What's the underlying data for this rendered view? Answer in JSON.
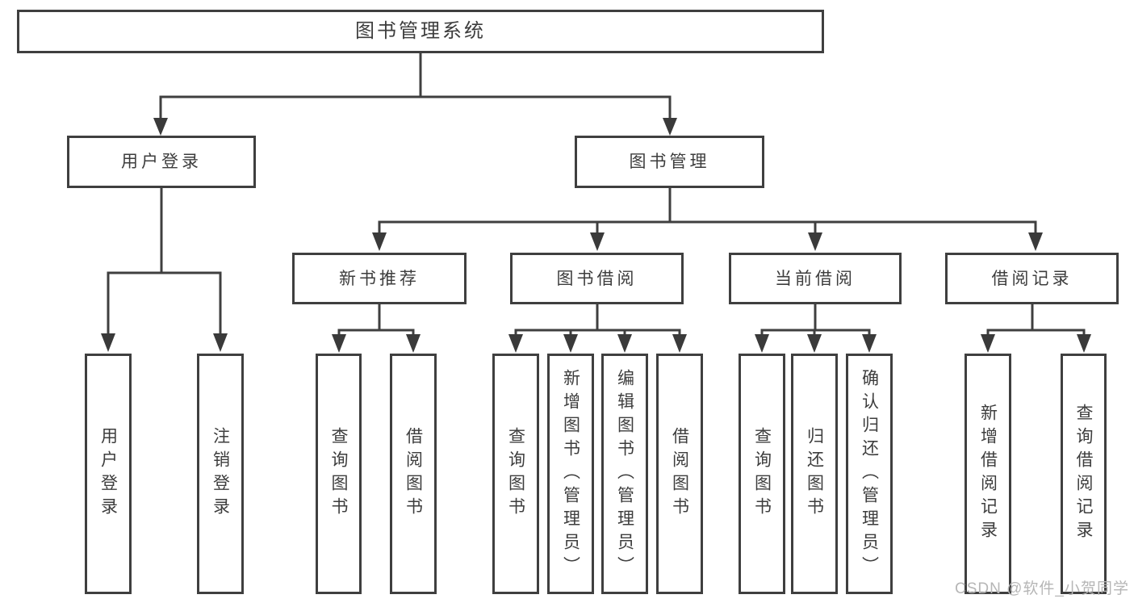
{
  "diagram": {
    "root": {
      "label": "图书管理系统"
    },
    "user_login": {
      "label": "用户登录",
      "children": [
        {
          "label": "用户登录"
        },
        {
          "label": "注销登录"
        }
      ]
    },
    "book_mgmt": {
      "label": "图书管理",
      "sections": [
        {
          "label": "新书推荐",
          "children": [
            {
              "label": "查询图书"
            },
            {
              "label": "借阅图书"
            }
          ]
        },
        {
          "label": "图书借阅",
          "children": [
            {
              "label": "查询图书"
            },
            {
              "label": "新增图书（管理员）"
            },
            {
              "label": "编辑图书（管理员）"
            },
            {
              "label": "借阅图书"
            }
          ]
        },
        {
          "label": "当前借阅",
          "children": [
            {
              "label": "查询图书"
            },
            {
              "label": "归还图书"
            },
            {
              "label": "确认归还（管理员）"
            }
          ]
        },
        {
          "label": "借阅记录",
          "children": [
            {
              "label": "新增借阅记录"
            },
            {
              "label": "查询借阅记录"
            }
          ]
        }
      ]
    }
  },
  "watermark": {
    "text": "CSDN @软件_小贺同学"
  },
  "colors": {
    "line": "#3f3f3f",
    "text": "#3d3d3d",
    "background": "#ffffff",
    "watermark": "#b6b6b6"
  }
}
